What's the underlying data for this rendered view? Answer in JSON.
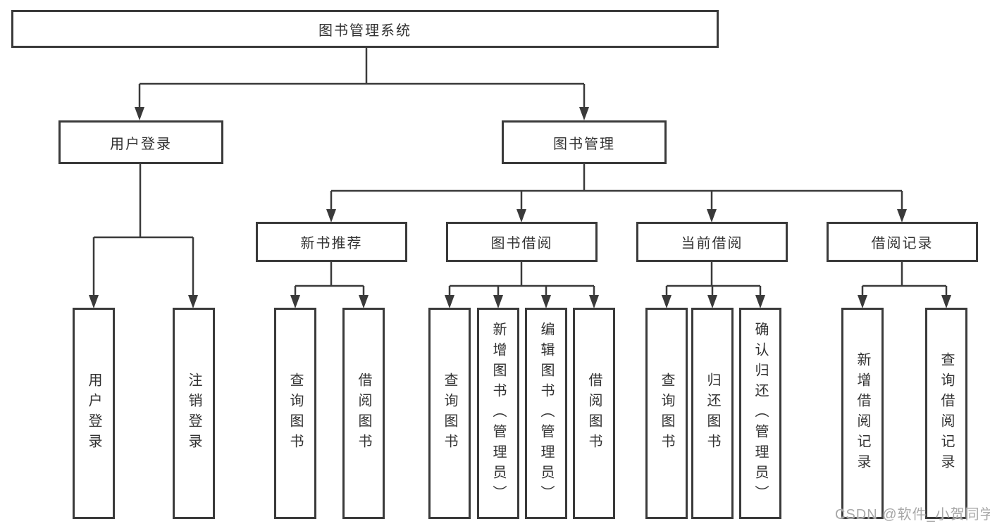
{
  "diagram": {
    "root": {
      "label": "图书管理系统"
    },
    "branches": [
      {
        "label": "用户登录",
        "children": [
          {
            "label": "用户登录"
          },
          {
            "label": "注销登录"
          }
        ]
      },
      {
        "label": "图书管理",
        "children": [
          {
            "label": "新书推荐",
            "children": [
              {
                "label": "查询图书"
              },
              {
                "label": "借阅图书"
              }
            ]
          },
          {
            "label": "图书借阅",
            "children": [
              {
                "label": "查询图书"
              },
              {
                "label": "新增图书（管理员）"
              },
              {
                "label": "编辑图书（管理员）"
              },
              {
                "label": "借阅图书"
              }
            ]
          },
          {
            "label": "当前借阅",
            "children": [
              {
                "label": "查询图书"
              },
              {
                "label": "归还图书"
              },
              {
                "label": "确认归还（管理员）"
              }
            ]
          },
          {
            "label": "借阅记录",
            "children": [
              {
                "label": "新增借阅记录"
              },
              {
                "label": "查询借阅记录"
              }
            ]
          }
        ]
      }
    ]
  },
  "watermark": {
    "text": "CSDN @软件_小贺同学"
  },
  "colors": {
    "line": "#3a3a3a",
    "box_border": "#3a3a3a",
    "box_fill": "#ffffff",
    "text": "#333333",
    "watermark": "#a8a8a8"
  }
}
